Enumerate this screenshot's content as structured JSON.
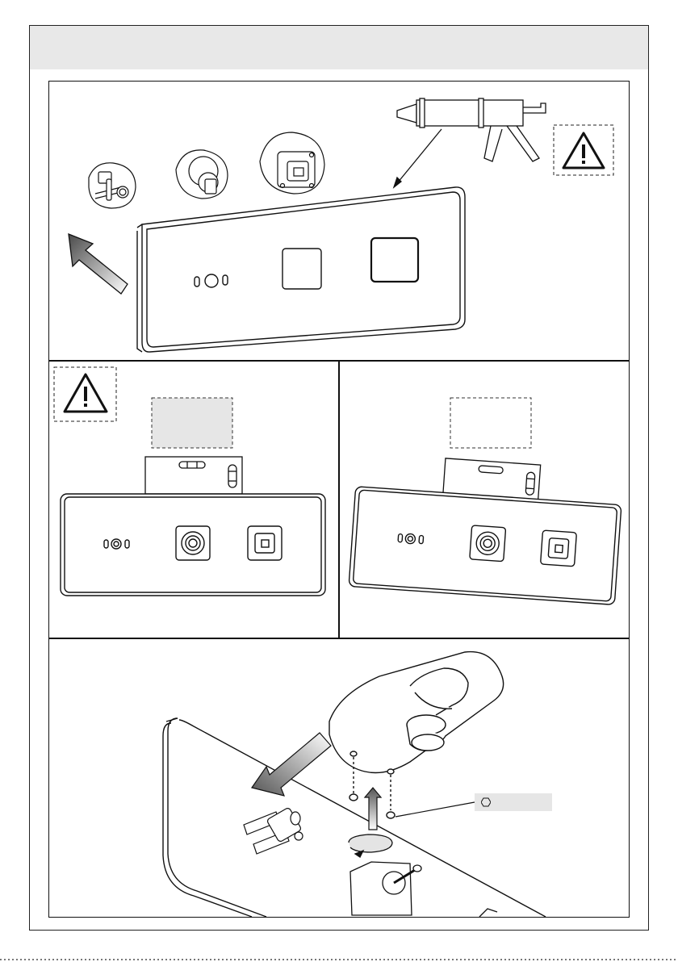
{
  "header": {
    "band_color": "#e8e8e8"
  },
  "panels": {
    "top": {
      "name": "sealant-application",
      "warning_icon": "warning-triangle-icon"
    },
    "middle_left": {
      "name": "level-check-correct",
      "warning_icon": "warning-triangle-icon",
      "placeholder_fill": "#e6e6e6"
    },
    "middle_right": {
      "name": "level-check-incorrect"
    },
    "bottom": {
      "name": "handle-installation"
    }
  },
  "tool_label": {
    "icon": "hex-key-icon",
    "text": ""
  },
  "colors": {
    "line": "#111111",
    "gray_box": "#e6e6e6",
    "arrow_gradient_dark": "#555555",
    "arrow_gradient_light": "#ffffff"
  }
}
